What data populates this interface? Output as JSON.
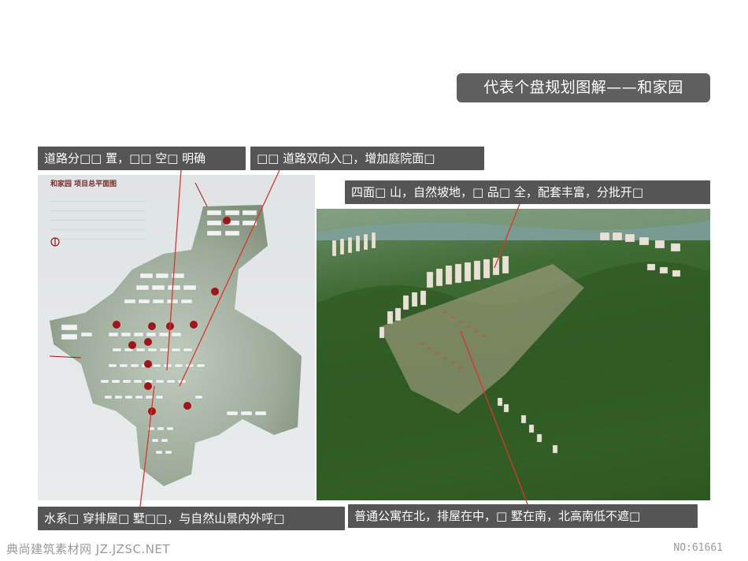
{
  "slide": {
    "title": "代表个盘规划图解——和家园",
    "captions": {
      "road_layout": "道路分□□ 置，□□ 空□ 明确",
      "road_entry": "□□ 道路双向入□，增加庭院面□",
      "hills": "四面□ 山，自然坡地，□ 品□ 全，配套丰富，分批开□",
      "water": "水系□ 穿排屋□ 墅□□，与自然山景内外呼□",
      "zoning": "普通公寓在北，排屋在中，□ 墅在南，北高南低不遮□"
    },
    "plan_image": {
      "heading": "和家园 项目总平面图"
    },
    "footer": {
      "watermark": "典尚建筑素材网 JZ.JZSC.NET",
      "number": "NO:61661"
    }
  },
  "colors": {
    "caption_bg": "#555555",
    "title_bg": "#5f5f5f",
    "callout_line": "#e0322c"
  }
}
